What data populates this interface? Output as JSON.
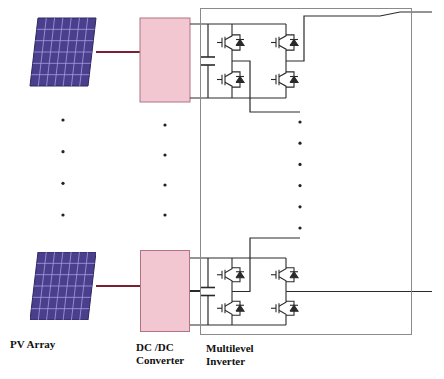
{
  "diagram": {
    "nodes": [
      {
        "text": [
          "PV Array"
        ]
      },
      {
        "text": [
          "DC /DC Converter"
        ]
      },
      {
        "text": [
          "Multilevel Inverter"
        ]
      }
    ],
    "edges": [
      {
        "from": 0,
        "to": 1,
        "arrow": "none"
      },
      {
        "from": 1,
        "to": 2,
        "arrow": "none"
      }
    ]
  }
}
